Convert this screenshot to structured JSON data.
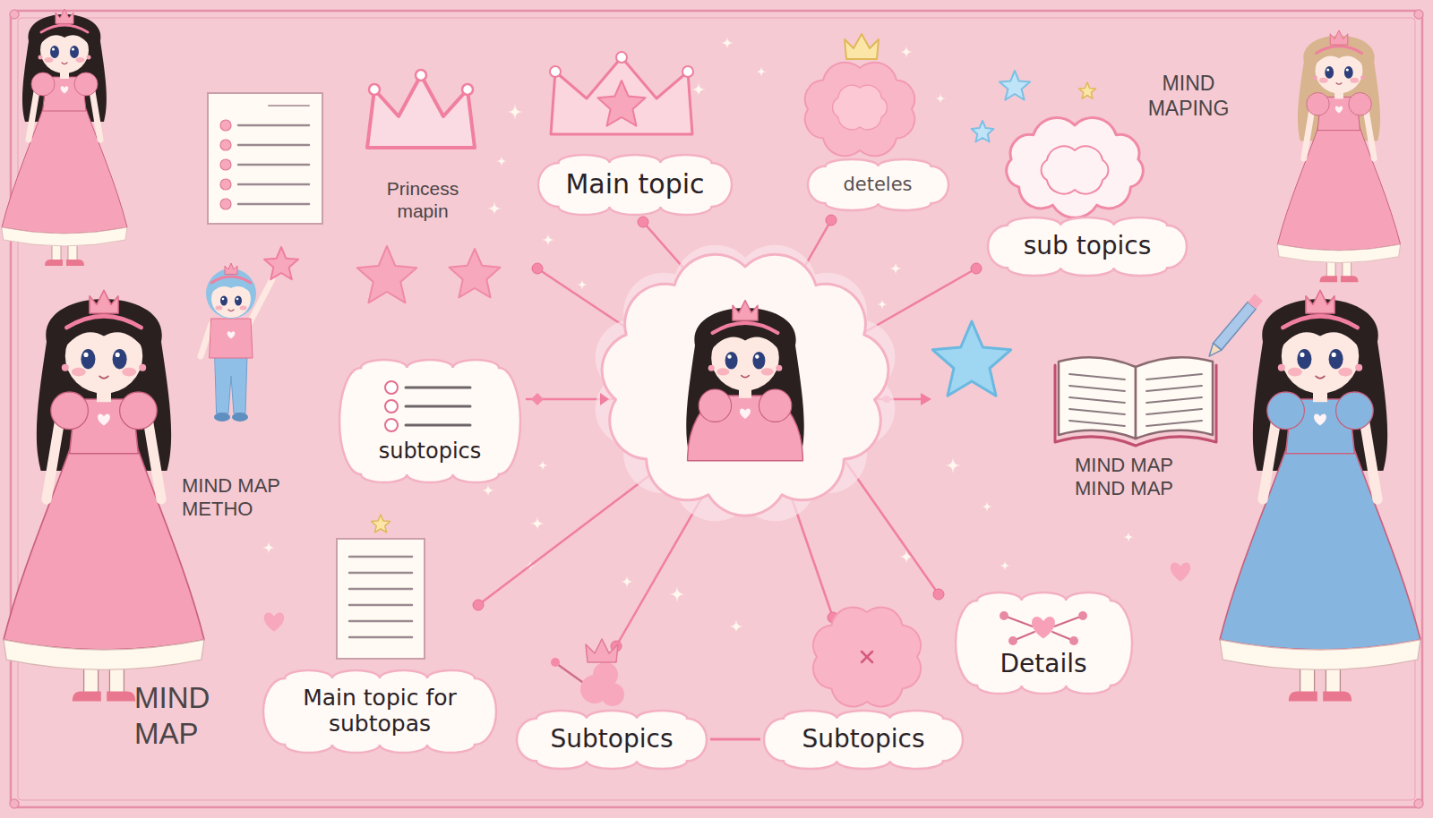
{
  "diagram": {
    "nodes": [
      {
        "text": [
          "Main topic"
        ]
      },
      {
        "text": [
          "deteles"
        ]
      },
      {
        "text": [
          "sub topics"
        ]
      },
      {
        "text": [
          "subtopics"
        ]
      },
      {
        "text": [
          "Details"
        ]
      },
      {
        "text": [
          "Main topic for subtopas"
        ]
      },
      {
        "text": [
          "Subtopics"
        ]
      },
      {
        "text": [
          "Subtopics"
        ]
      }
    ],
    "edges": [
      {
        "from": 6,
        "to": 7,
        "arrow": "none"
      }
    ],
    "labels": [
      "MIND MAPING",
      "Princess mapin",
      "MIND MAP MIND MAP",
      "MIND MAP METHO",
      "MIND MAP"
    ]
  }
}
